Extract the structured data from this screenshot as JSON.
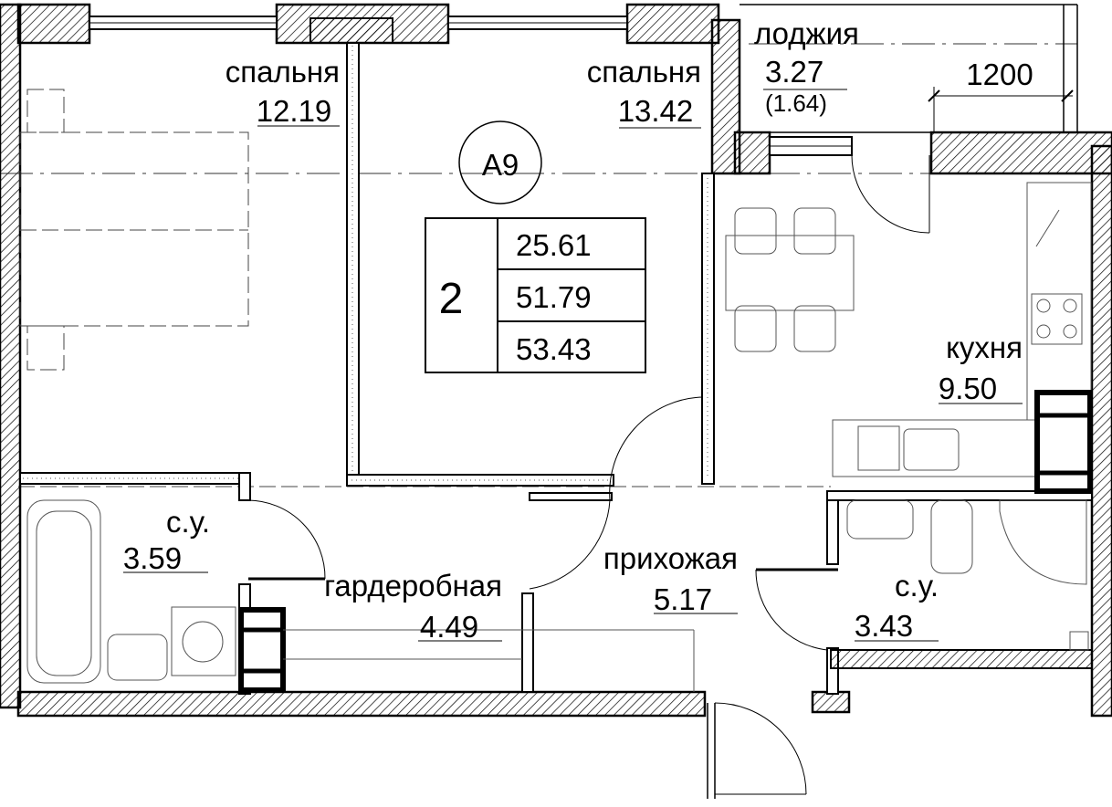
{
  "plan": {
    "unit_code": "А9",
    "rooms_count": "2",
    "areas": {
      "living": "25.61",
      "total": "51.79",
      "total_with_loggia": "53.43"
    },
    "loggia_width": "1200",
    "rooms": [
      {
        "name": "спальня",
        "area": "12.19"
      },
      {
        "name": "спальня",
        "area": "13.42"
      },
      {
        "name": "лоджия",
        "area": "3.27",
        "reduced_area": "(1.64)"
      },
      {
        "name": "кухня",
        "area": "9.50"
      },
      {
        "name": "с.у.",
        "area": "3.59"
      },
      {
        "name": "гардеробная",
        "area": "4.49"
      },
      {
        "name": "прихожая",
        "area": "5.17"
      },
      {
        "name": "с.у.",
        "area": "3.43"
      }
    ]
  }
}
